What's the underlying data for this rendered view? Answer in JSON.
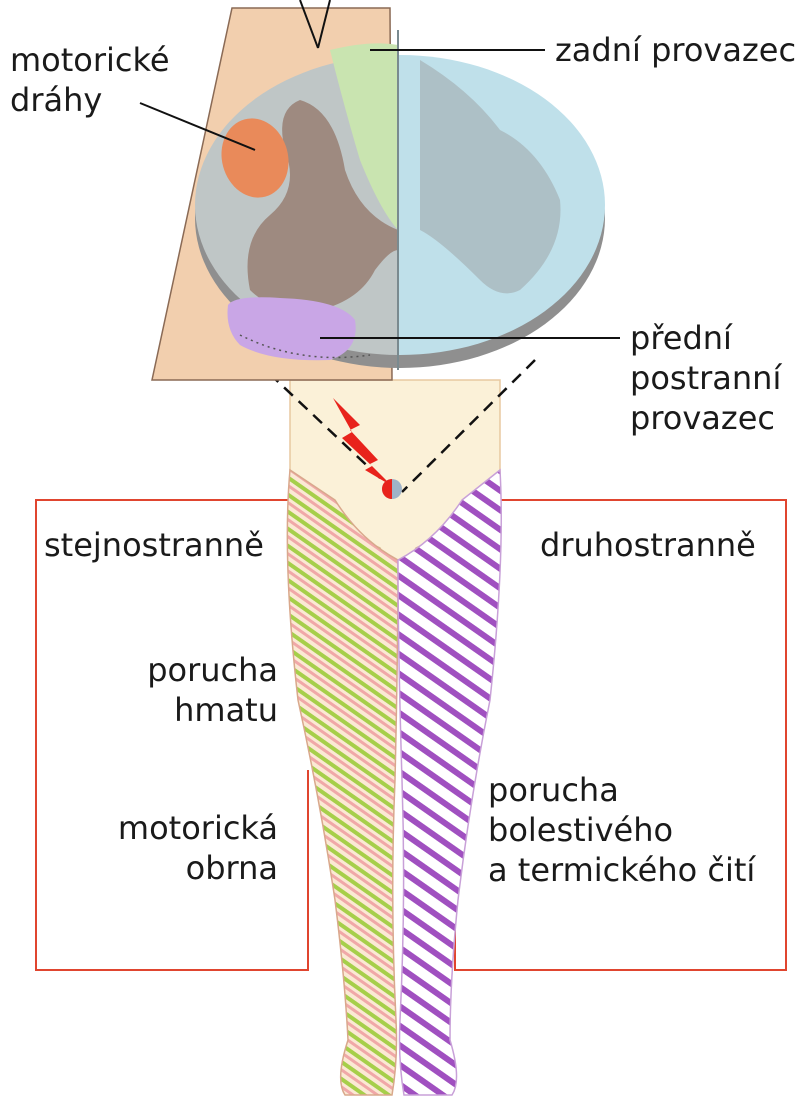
{
  "labels": {
    "motor_tracts_1": "motorické",
    "motor_tracts_2": "dráhy",
    "dorsal_column": "zadní provazec",
    "anterolateral_1": "přední",
    "anterolateral_2": "postranní",
    "anterolateral_3": "provazec",
    "ipsilateral": "stejnostranně",
    "contralateral": "druhostranně",
    "touch_1": "porucha",
    "touch_2": "hmatu",
    "motor_1": "motorická",
    "motor_2": "obrna",
    "pain_1": "porucha",
    "pain_2": "bolestivého",
    "pain_3": "a termického čití"
  },
  "colors": {
    "lesion_panel": "#f2cfae",
    "grey_matter": "#9e8a80",
    "white_matter": "#bfc6c6",
    "dorsal_column": "#c9e4b0",
    "right_half": "#bfe0ea",
    "motor_tract": "#e98a5a",
    "anterolateral_tract": "#c9a6e6",
    "box_border": "#e0452f",
    "lesion_arrow": "#e8231c",
    "left_leg_stripe_green": "#a6cf4a",
    "left_leg_stripe_pink": "#f0a8a8",
    "right_leg_stripe": "#a050c0",
    "skin": "#fbf1d8"
  }
}
